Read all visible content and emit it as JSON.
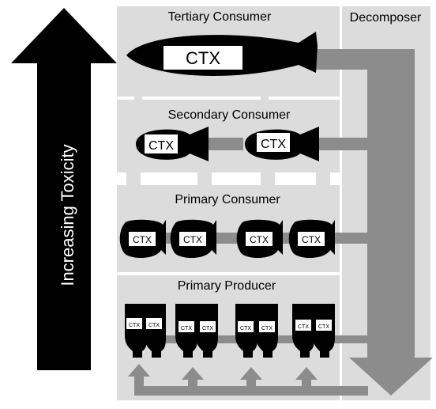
{
  "labels": {
    "axis": "Increasing Toxicity",
    "tertiary": "Tertiary Consumer",
    "decomposer": "Decomposer",
    "secondary": "Secondary Consumer",
    "primary_consumer": "Primary Consumer",
    "primary_producer": "Primary Producer"
  },
  "toxin": "CTX",
  "colors": {
    "panel": "#dcdcdc",
    "flow": "#8c8c8c",
    "organism": "#000000",
    "tag_bg": "#ffffff",
    "text": "#000000",
    "axis_text": "#ffffff"
  }
}
